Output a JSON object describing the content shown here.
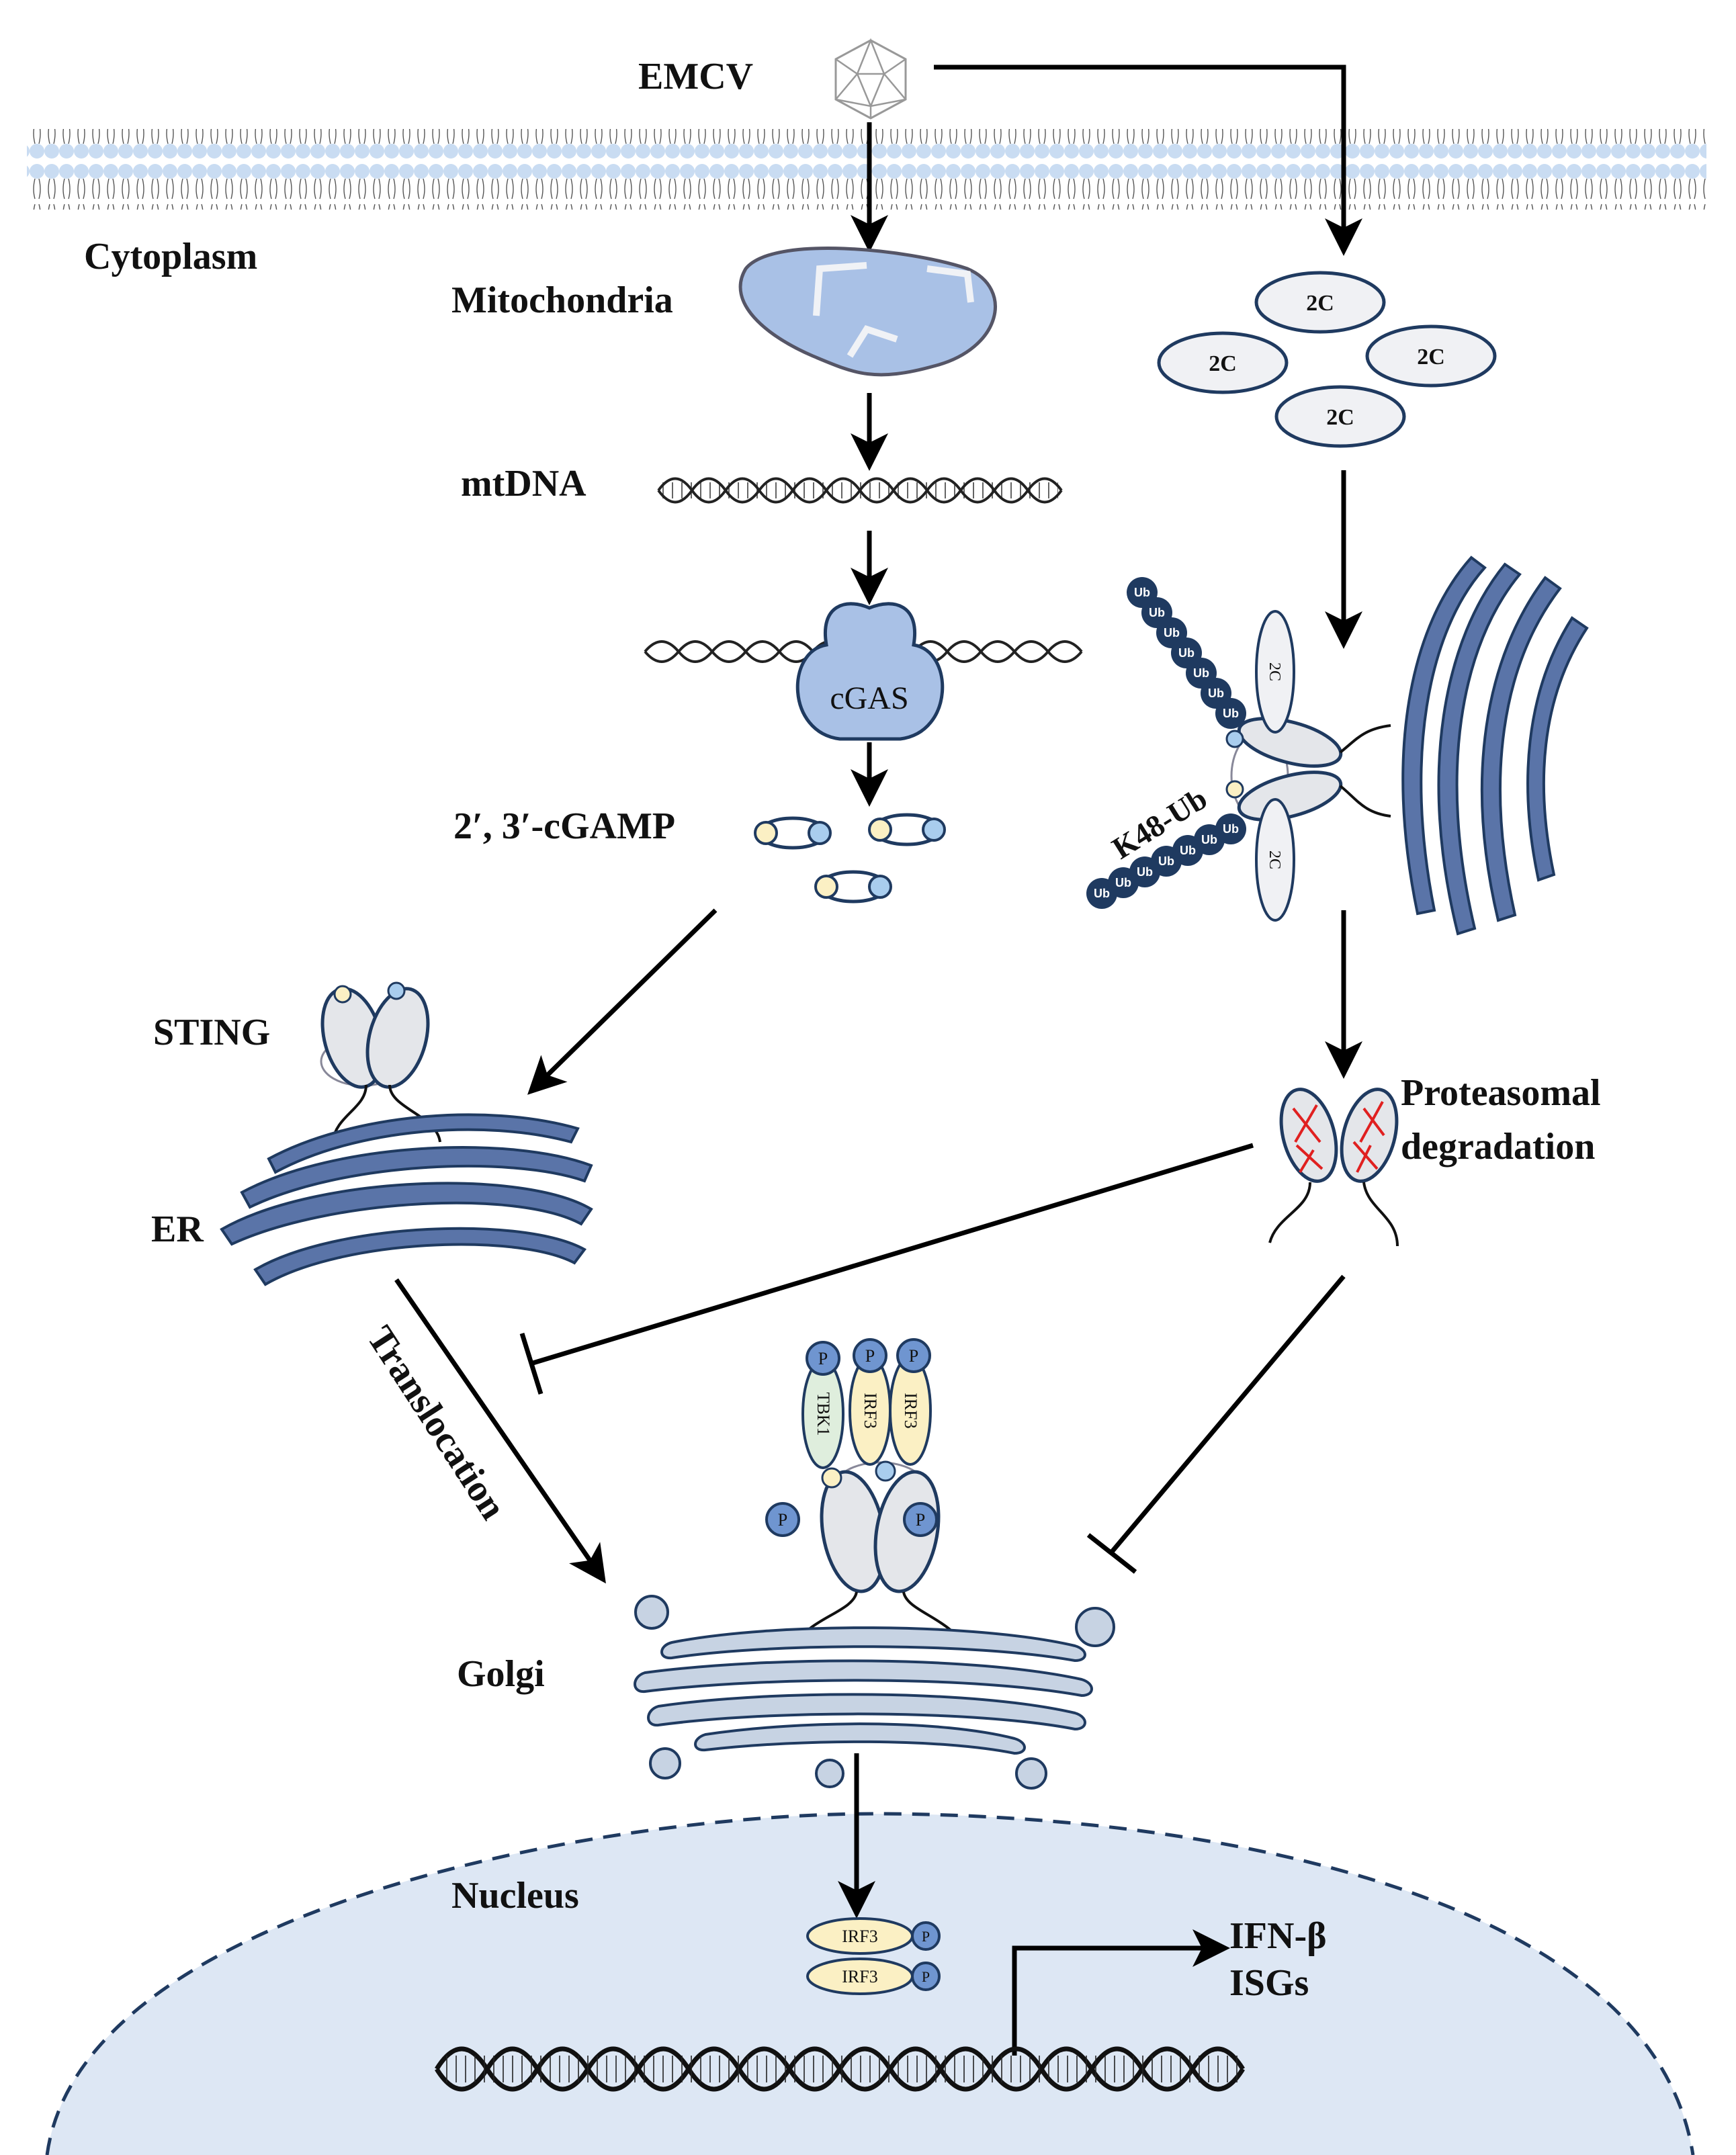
{
  "labels": {
    "virus": "EMCV",
    "cytoplasm": "Cytoplasm",
    "mitochondria": "Mitochondria",
    "mtdna": "mtDNA",
    "cgas": "cGAS",
    "cgamp": "2′, 3′-cGAMP",
    "sting": "STING",
    "er": "ER",
    "translocation": "Translocation",
    "golgi": "Golgi",
    "nucleus": "Nucleus",
    "proteasomal_line1": "Proteasomal",
    "proteasomal_line2": "degradation",
    "k48": "K48-Ub",
    "ifn": "IFN-β",
    "isgs": "ISGs"
  },
  "proteins": {
    "two_c": "2C",
    "ub": "Ub",
    "tbk1": "TBK1",
    "irf3": "IRF3",
    "phospho": "P"
  },
  "colors": {
    "membrane_blue": "#c9dcf2",
    "dark_blue": "#1f3a60",
    "mid_blue": "#5a74a8",
    "light_blue": "#a9c1e6",
    "pale_grey": "#e4e6ea",
    "nucleus_fill": "#dde7f4",
    "yellow": "#fbf0c4",
    "green": "#dfeedd",
    "p_blue": "#6f95d0",
    "red": "#e02020"
  },
  "icons": [
    "virus-icon",
    "mitochondrion-icon",
    "dna-helix-icon",
    "er-icon",
    "golgi-icon",
    "proteasome-icon"
  ]
}
